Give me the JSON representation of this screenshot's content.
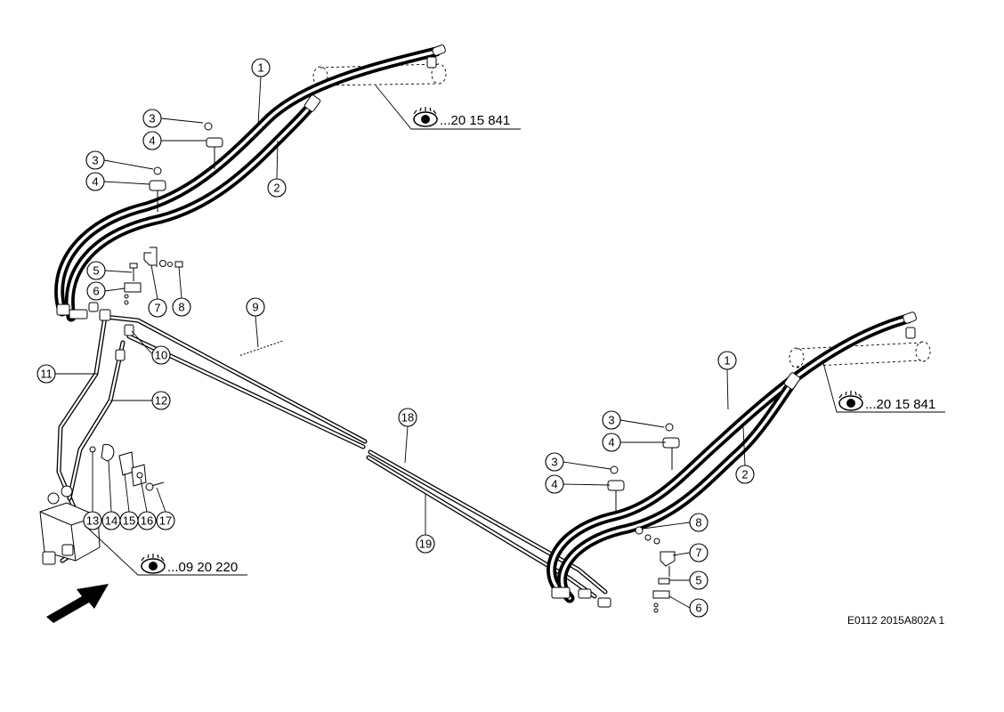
{
  "callouts": {
    "c1a": "1",
    "c2a": "2",
    "c3a": "3",
    "c4a": "4",
    "c3b": "3",
    "c4b": "4",
    "c5a": "5",
    "c6a": "6",
    "c7a": "7",
    "c8a": "8",
    "c9": "9",
    "c10": "10",
    "c11": "11",
    "c12": "12",
    "c13": "13",
    "c14": "14",
    "c15": "15",
    "c16": "16",
    "c17": "17",
    "c18": "18",
    "c19": "19",
    "c1b": "1",
    "c2b": "2",
    "c3c": "3",
    "c4c": "4",
    "c3d": "3",
    "c4d": "4",
    "c8b": "8",
    "c7b": "7",
    "c5b": "5",
    "c6b": "6"
  },
  "references": {
    "ref_top": "...20 15 841",
    "ref_right": "...20 15 841",
    "ref_valve": "...09 20 220"
  },
  "document_code": "E0112 2015A802A 1",
  "icons": {
    "reference": "eye-icon",
    "direction": "arrow-icon"
  }
}
